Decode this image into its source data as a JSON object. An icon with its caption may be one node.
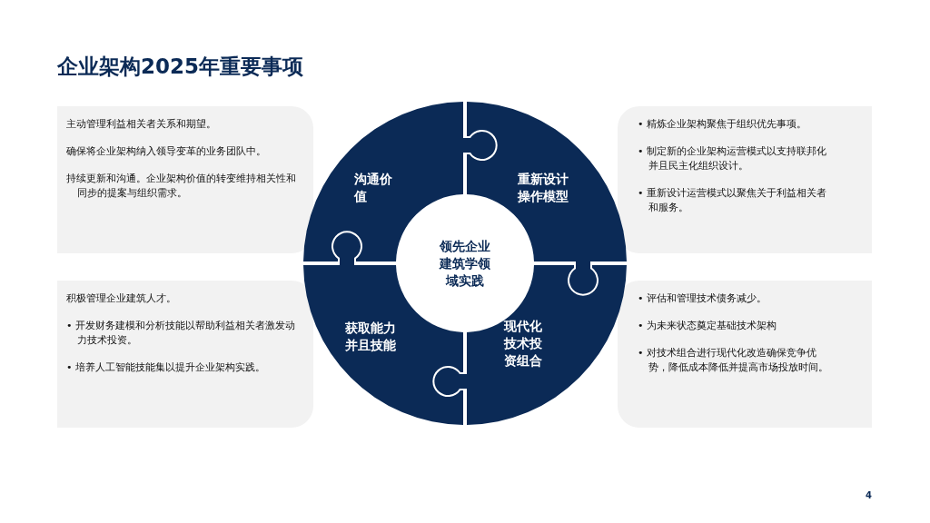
{
  "diagram": {
    "title": "企业架构2025年重要事项",
    "nodes": [
      {
        "text": [
          "主动管理利益相关者关系和期望。",
          "确保将企业架构纳入领导变革的业务团队中。",
          "持续更新和沟通。企业架构价值的转变维持相关性和同步的提案与组织需求。"
        ]
      },
      {
        "text": [
          "沟通价值"
        ]
      },
      {
        "text": [
          "重新设计操作模型"
        ]
      },
      {
        "text": [
          "• 精炼企业架构聚焦于组织优先事项。",
          "• 制定新的企业架构运营模式以支持联邦化并且民主化组织设计。",
          "• 重新设计运营模式以聚焦关于利益相关者和服务。"
        ]
      },
      {
        "text": [
          "领先企业建筑学领域实践"
        ]
      },
      {
        "text": [
          "积极管理企业建筑人才。",
          "• 开发财务建模和分析技能以帮助利益相关者激发动力技术投资。",
          "• 培养人工智能技能集以提升企业架构实践。"
        ]
      },
      {
        "text": [
          "获取能力并且技能"
        ]
      },
      {
        "text": [
          "现代化技术投资组合"
        ]
      },
      {
        "text": [
          "• 评估和管理技术债务减少。",
          "• 为未来状态奠定基础技术架构",
          "• 对技术组合进行现代化改造确保竞争优势，降低成本降低并提高市场投放时间。"
        ]
      }
    ],
    "edges": [],
    "labels": [
      "4"
    ]
  }
}
